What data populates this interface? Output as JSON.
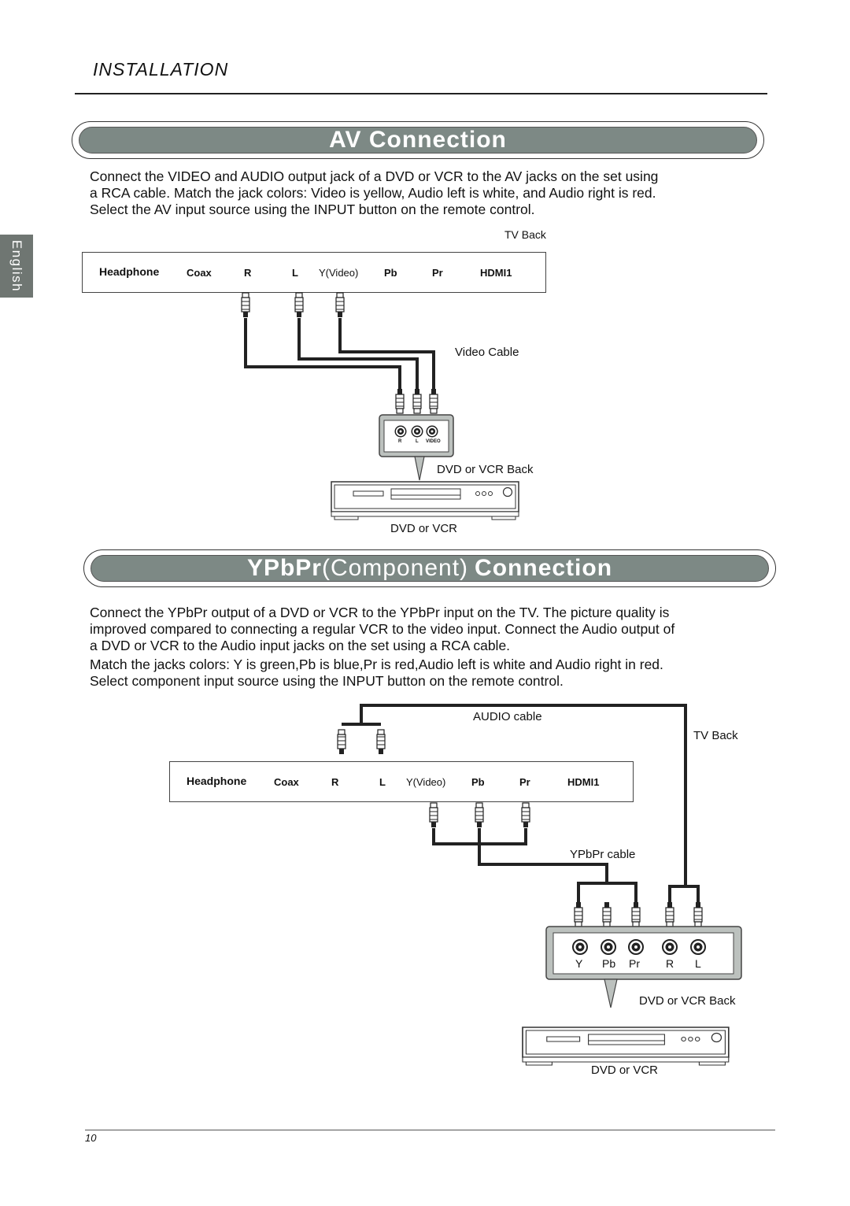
{
  "header": {
    "section": "INSTALLATION"
  },
  "side_tab": {
    "label": "English"
  },
  "av": {
    "title": "AV Connection",
    "paragraph": [
      "Connect the VIDEO and AUDIO output jack of a DVD or VCR to the AV jacks on the set using",
      "a RCA cable. Match the jack colors: Video is yellow, Audio left is white, and Audio right is red.",
      "Select the AV input source using the INPUT button on the remote control."
    ],
    "labels": {
      "tv_back": "TV Back",
      "video_cable": "Video Cable",
      "dvd_back": "DVD or VCR Back",
      "dvd": "DVD or VCR"
    },
    "panel_jacks": [
      "Headphone",
      "Coax",
      "R",
      "L",
      "Y(Video)",
      "Pb",
      "Pr",
      "HDMI1"
    ],
    "device_jacks": [
      "R",
      "L",
      "VIDEO"
    ]
  },
  "ypbpr": {
    "title_bold": "YPbPr",
    "title_light": "(Component)",
    "title_rest": "Connection",
    "paragraph1": [
      "Connect the YPbPr output of a DVD or VCR to the YPbPr input on the TV.  The picture quality is",
      "improved  compared to connecting a regular VCR to the video input. Connect the Audio output of",
      "a DVD or VCR to the Audio input jacks on the set using a RCA cable."
    ],
    "paragraph2": [
      "Match the jacks colors: Y is green,Pb is blue,Pr is red,Audio left is white and Audio right in red.",
      "Select component input source using the INPUT button on the remote control."
    ],
    "labels": {
      "audio_cable": "AUDIO cable",
      "tv_back": "TV Back",
      "ypbpr_cable": "YPbPr cable",
      "dvd_back": "DVD or VCR Back",
      "dvd": "DVD or VCR"
    },
    "panel_jacks": [
      "Headphone",
      "Coax",
      "R",
      "L",
      "Y(Video)",
      "Pb",
      "Pr",
      "HDMI1"
    ],
    "device_jacks": [
      "Y",
      "Pb",
      "Pr",
      "R",
      "L"
    ]
  },
  "footer": {
    "page_number": "10"
  }
}
